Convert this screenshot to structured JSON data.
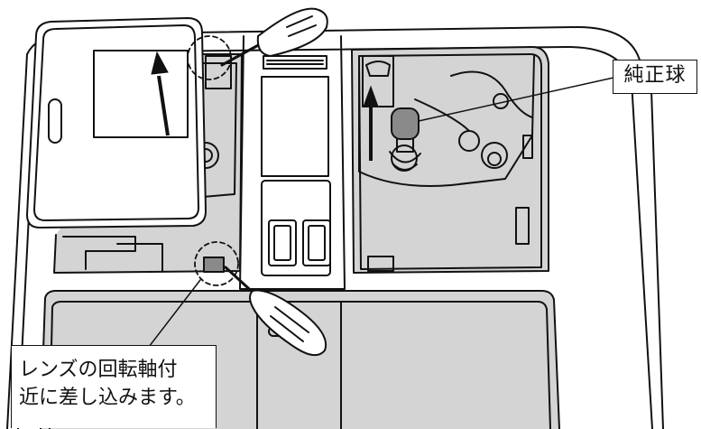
{
  "callouts": {
    "genuine_bulb": "純正球",
    "instruction_line1": "レンズの回転軸付",
    "instruction_line2": "近に差し込みます。"
  },
  "colors": {
    "ink": "#111111",
    "panel_shade": "#d4d4d4",
    "paper": "#ffffff",
    "bulb_grey": "#8a8a8a"
  },
  "icons": [
    "screwdriver-top",
    "screwdriver-bottom",
    "up-arrow-lens",
    "up-arrow-bulb"
  ]
}
